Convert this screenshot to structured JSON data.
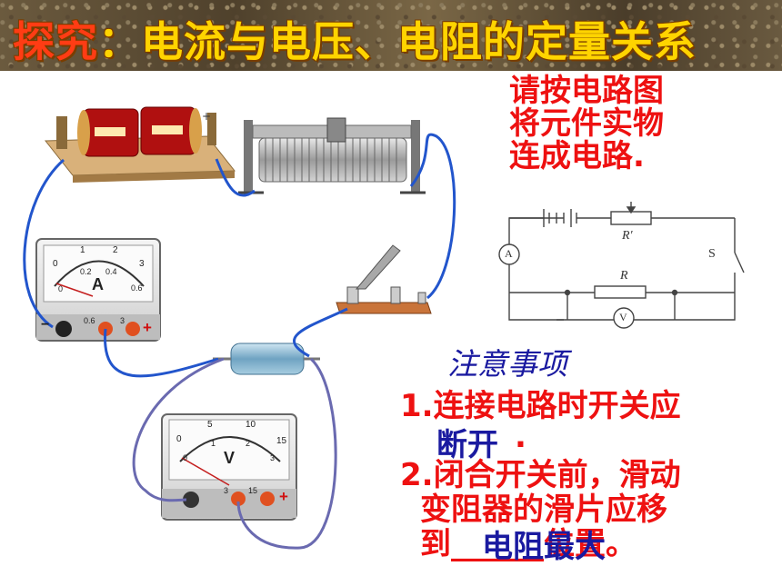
{
  "title": {
    "part1": "探究",
    "sep": "：",
    "part2": "电流与电压、电阻的定量关系"
  },
  "instruction": {
    "line1": "请按电路图",
    "line2": "将元件实物",
    "line3": "连成电路."
  },
  "schematic": {
    "rheostat_label": "R′",
    "resistor_label": "R",
    "switch_label": "S",
    "ammeter": "A",
    "voltmeter": "V"
  },
  "ammeter": {
    "letter": "A",
    "top_ticks": [
      "0",
      "1",
      "2",
      "3"
    ],
    "bottom_ticks": [
      "0",
      "0.2",
      "0.4",
      "0.6"
    ],
    "terminals": [
      "−",
      "0.6",
      "3",
      "+"
    ]
  },
  "voltmeter": {
    "letter": "V",
    "top_ticks": [
      "0",
      "5",
      "10",
      "15"
    ],
    "bottom_ticks": [
      "0",
      "1",
      "2",
      "3"
    ],
    "terminals": [
      "3",
      "15",
      "+"
    ]
  },
  "notes": {
    "heading": "注意事项",
    "item1": "1.连接电路时开关应",
    "item1_answer": "断开",
    "item1_end": ".",
    "item2_line1": "2.闭合开关前，滑动",
    "item2_line2": "变阻器的滑片应移",
    "item2_line3_start": "到",
    "item2_blank": "______",
    "item2_answer": "电阻最大",
    "item2_end": "位置。"
  },
  "colors": {
    "title_yellow": "#ffd400",
    "red_text": "#ee1111",
    "blue_text": "#1a1aa0",
    "wire_blue": "#2255cc",
    "wire_purple": "#6a6ab0"
  }
}
